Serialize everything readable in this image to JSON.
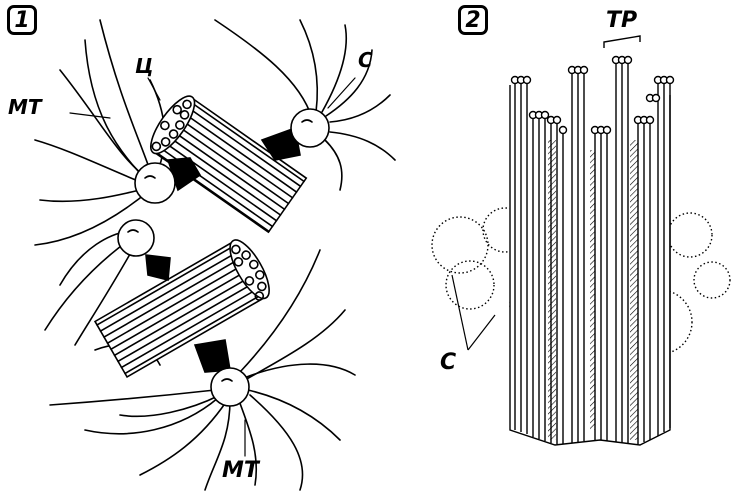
{
  "panels": [
    {
      "number": "1"
    },
    {
      "number": "2"
    }
  ],
  "labels": {
    "mt_top": "МТ",
    "ts": "Ц",
    "s_top": "С",
    "mt_bottom": "МТ",
    "tr": "ТР",
    "s_right": "С"
  },
  "colors": {
    "ink": "#000000",
    "paper": "#ffffff"
  }
}
